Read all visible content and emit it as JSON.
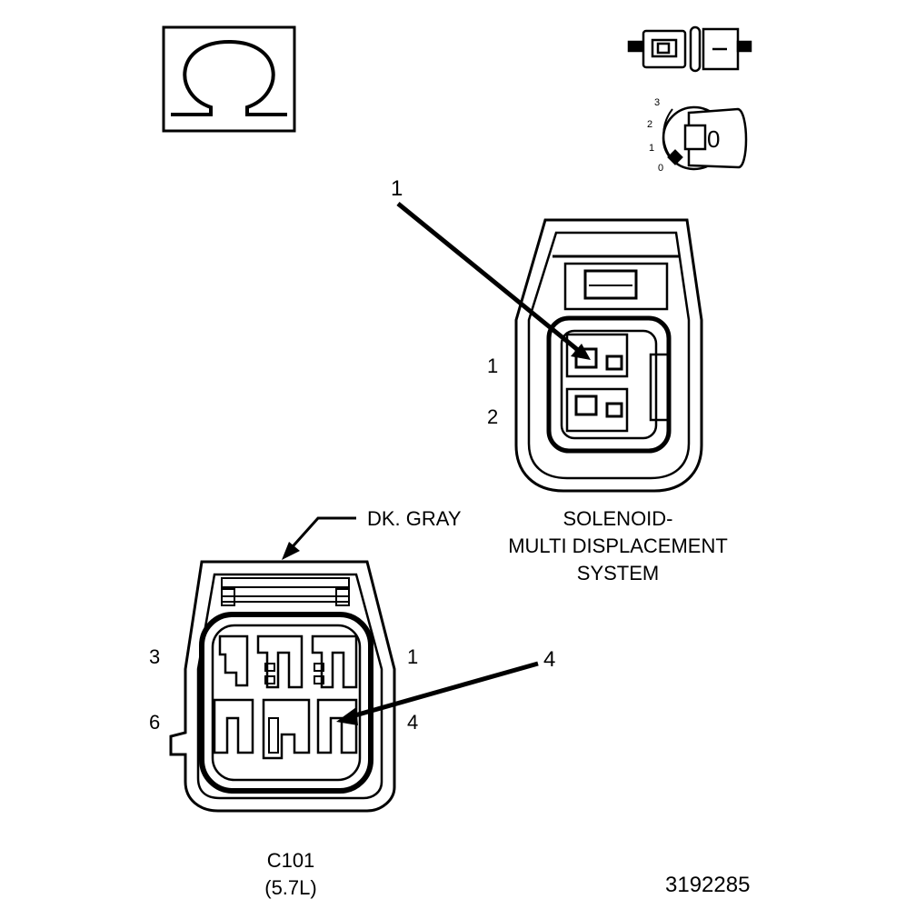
{
  "ohmmeter_icon": {
    "symbol": "Ω",
    "icon": "ohm-symbol-icon"
  },
  "ignition_icon": {
    "key_position_value": "0",
    "positions": [
      "3",
      "2",
      "1",
      "0"
    ]
  },
  "solenoid_connector": {
    "callout": "1",
    "pin_labels": [
      "1",
      "2"
    ],
    "caption_lines": [
      "SOLENOID-",
      "MULTI DISPLACEMENT",
      "SYSTEM"
    ]
  },
  "c101_connector": {
    "color_label": "DK. GRAY",
    "callout": "4",
    "pin_labels": {
      "top_left": "3",
      "bottom_left": "6",
      "top_right": "1",
      "bottom_right": "4"
    },
    "caption_lines": [
      "C101",
      "(5.7L)"
    ]
  },
  "figure_number": "3192285"
}
